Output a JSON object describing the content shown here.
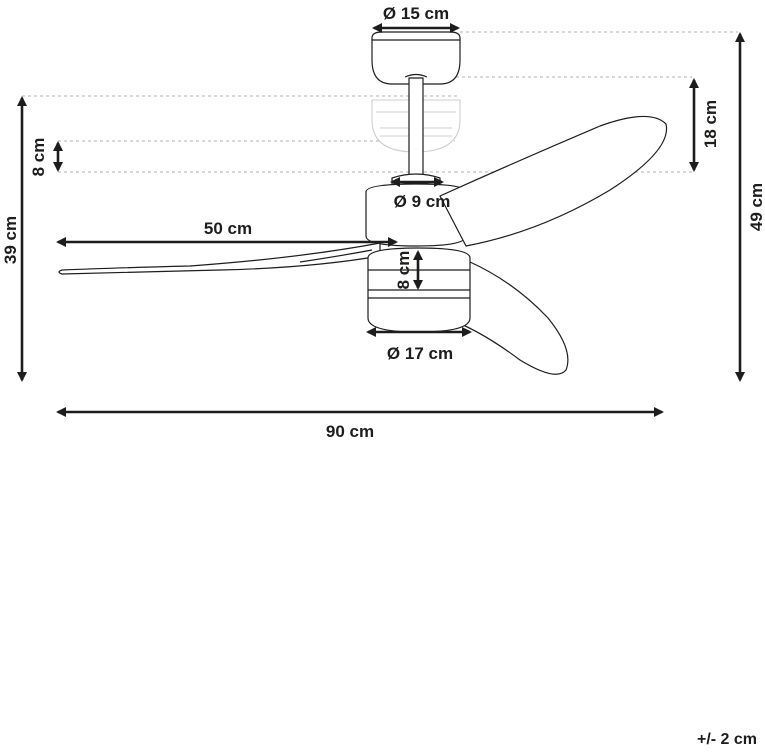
{
  "labels": {
    "canopy_diameter": "Ø 15 cm",
    "rod_diameter": "Ø 9 cm",
    "motor_diameter": "Ø 17 cm",
    "blade_length": "50 cm",
    "overall_width": "90 cm",
    "overall_height": "49 cm",
    "fan_height": "39 cm",
    "rod_length": "18 cm",
    "adjust_range": "8 cm",
    "motor_height": "8 cm"
  },
  "tolerance": "+/- 2 cm"
}
